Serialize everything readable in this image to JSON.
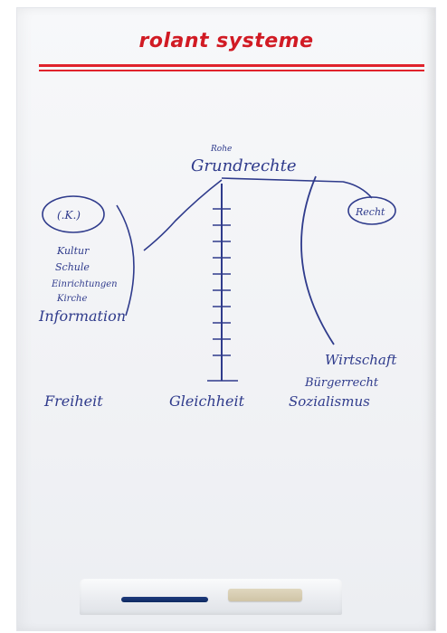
{
  "brand": {
    "name": "rolant systeme",
    "color": "#d11b24"
  },
  "handwriting": {
    "top_annotation": "Rohe",
    "title": "Grundrechte",
    "circle_left": "(.K.)",
    "circle_right": "Recht",
    "left_list": [
      "Kultur",
      "Schule",
      "Einrichtungen",
      "Kirche"
    ],
    "left_main": "Information",
    "right_word_1": "Wirtschaft",
    "right_word_2": "Bürgerrecht",
    "bottom_left": "Freiheit",
    "bottom_center": "Gleichheit",
    "bottom_right": "Sozialismus",
    "ink_color": "#2f3b8c"
  },
  "tray": {
    "marker_color": "#1d3a7d",
    "eraser_color": "#d8ceb3"
  }
}
